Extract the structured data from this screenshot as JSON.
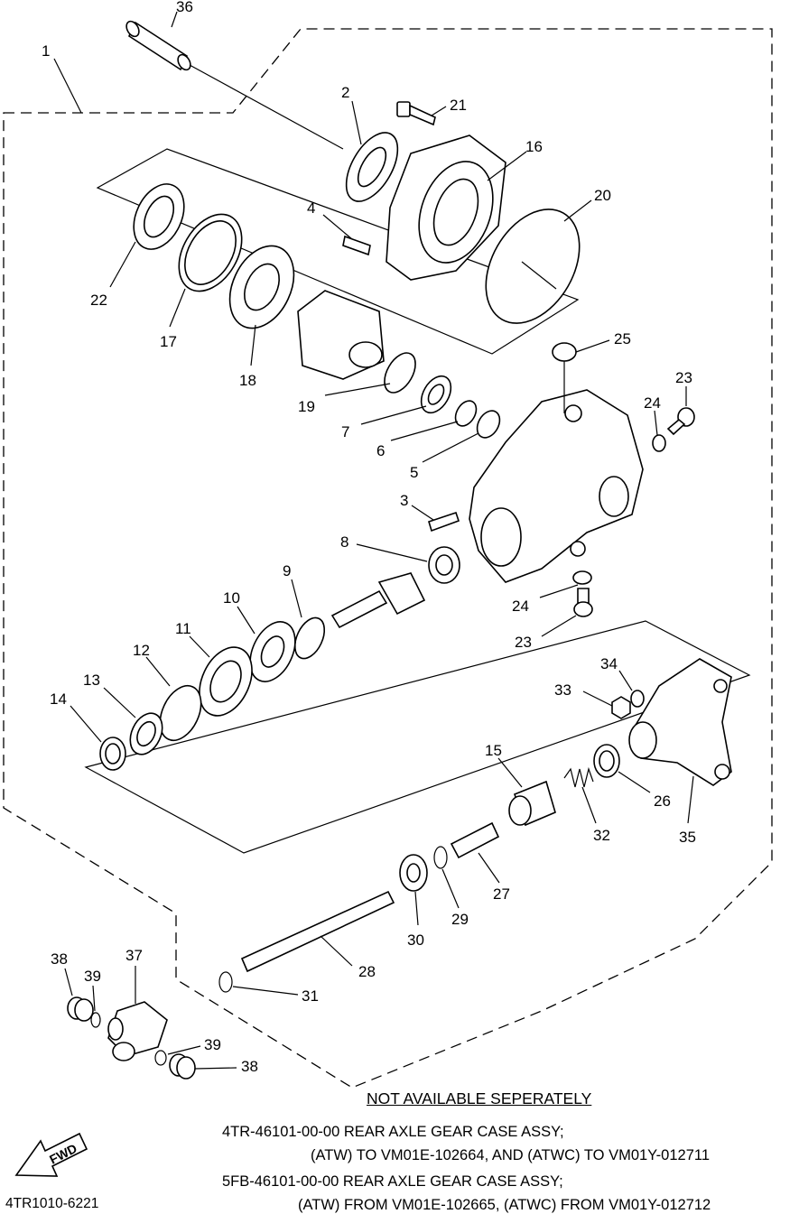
{
  "callouts": [
    "36",
    "1",
    "2",
    "21",
    "16",
    "20",
    "4",
    "22",
    "17",
    "18",
    "19",
    "25",
    "23",
    "24",
    "7",
    "6",
    "5",
    "3",
    "8",
    "9",
    "10",
    "11",
    "12",
    "13",
    "14",
    "24",
    "23",
    "34",
    "33",
    "15",
    "26",
    "32",
    "35",
    "27",
    "29",
    "30",
    "28",
    "31",
    "38",
    "39",
    "37",
    "39",
    "38"
  ],
  "notice": "NOT AVAILABLE SEPERATELY",
  "notes": [
    "4TR-46101-00-00 REAR AXLE GEAR CASE ASSY;",
    "(ATW) TO VM01E-102664, AND (ATWC) TO VM01Y-012711",
    "5FB-46101-00-00 REAR AXLE GEAR CASE ASSY;",
    "(ATW) FROM VM01E-102665, (ATWC) FROM VM01Y-012712"
  ],
  "fwd_label": "FWD",
  "drawing_number": "4TR1010-6221"
}
